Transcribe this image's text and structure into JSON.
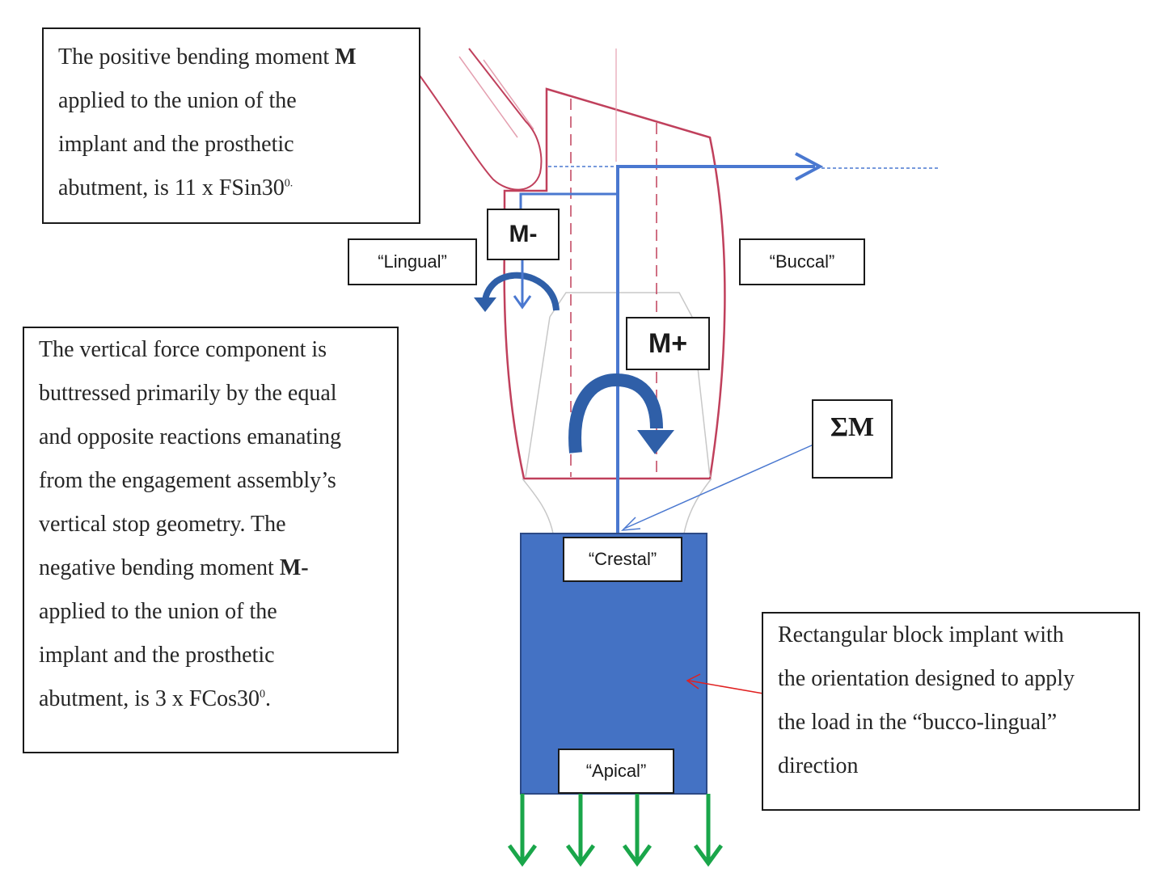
{
  "colors": {
    "prosthesis_outline": "#c0405c",
    "force_lines": "#4a78d0",
    "moment_arrows": "#2f5fa8",
    "implant_block": "#4472c4",
    "implant_border": "#2c4a86",
    "reaction_arrows": "#1aa64a",
    "pointer_red": "#e02020"
  },
  "icons": {
    "moment_positive": "curved-arrow-clockwise-icon",
    "moment_negative": "curved-arrow-counterclockwise-icon",
    "reaction": "arrow-down-icon"
  },
  "text_top": {
    "line1_prefix": "The positive bending moment ",
    "line1_bold": "M",
    "line2": "applied to the union of the",
    "line3": "implant and the prosthetic",
    "line4_prefix": "abutment, is 11 x FSin30",
    "line4_sup": "0."
  },
  "text_left": {
    "line1": "The vertical force component is",
    "line2": "buttressed primarily by the equal",
    "line3": "and opposite reactions emanating",
    "line4": "from the engagement assembly’s",
    "line5": "vertical stop geometry. The",
    "line6_prefix": "negative bending moment ",
    "line6_bold": "M-",
    "line7": "applied to the union of the",
    "line8": "implant and the prosthetic",
    "line9_prefix": "abutment, is 3 x FCos30",
    "line9_sup": "0",
    "line9_suffix": "."
  },
  "text_right": {
    "line1": "Rectangular block implant with",
    "line2": "the orientation designed to apply",
    "line3": "the load in the “bucco-lingual”",
    "line4": "direction"
  },
  "labels": {
    "lingual": "“Lingual”",
    "buccal": "“Buccal”",
    "crestal": "“Crestal”",
    "apical": "“Apical”",
    "m_minus": "M-",
    "m_plus": "M+",
    "sum_m": "ΣM"
  }
}
